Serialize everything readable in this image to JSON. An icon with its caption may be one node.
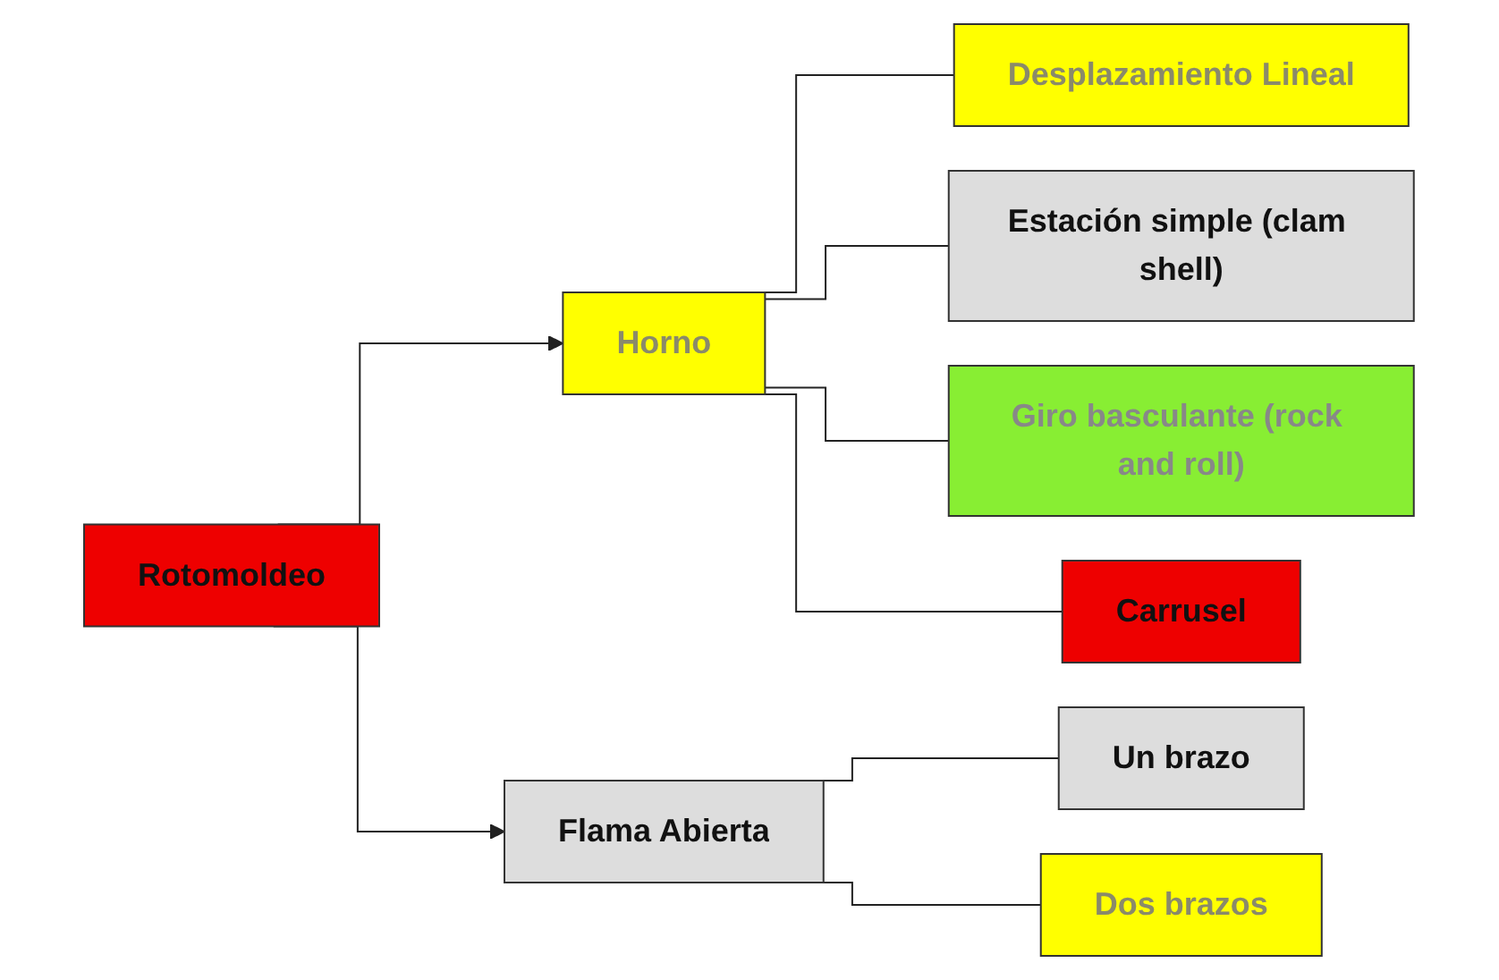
{
  "diagram": {
    "nodes": [
      {
        "text": [
          "Rotomoldeo"
        ]
      },
      {
        "text": [
          "Horno"
        ]
      },
      {
        "text": [
          "Desplazamiento Lineal"
        ]
      },
      {
        "text": [
          "Estación simple (clam shell)"
        ]
      },
      {
        "text": [
          "Giro basculante (rock and roll)"
        ]
      },
      {
        "text": [
          "Carrusel"
        ]
      },
      {
        "text": [
          "Flama Abierta"
        ]
      },
      {
        "text": [
          "Un brazo"
        ]
      },
      {
        "text": [
          "Dos brazos"
        ]
      }
    ],
    "edges": [
      {
        "from": 0,
        "to": 1,
        "arrow": "to"
      },
      {
        "from": 0,
        "to": 6,
        "arrow": "to"
      },
      {
        "from": 1,
        "to": 2,
        "arrow": "none"
      },
      {
        "from": 1,
        "to": 3,
        "arrow": "none"
      },
      {
        "from": 1,
        "to": 4,
        "arrow": "none"
      },
      {
        "from": 1,
        "to": 5,
        "arrow": "none"
      },
      {
        "from": 6,
        "to": 7,
        "arrow": "none"
      },
      {
        "from": 6,
        "to": 8,
        "arrow": "none"
      }
    ]
  }
}
